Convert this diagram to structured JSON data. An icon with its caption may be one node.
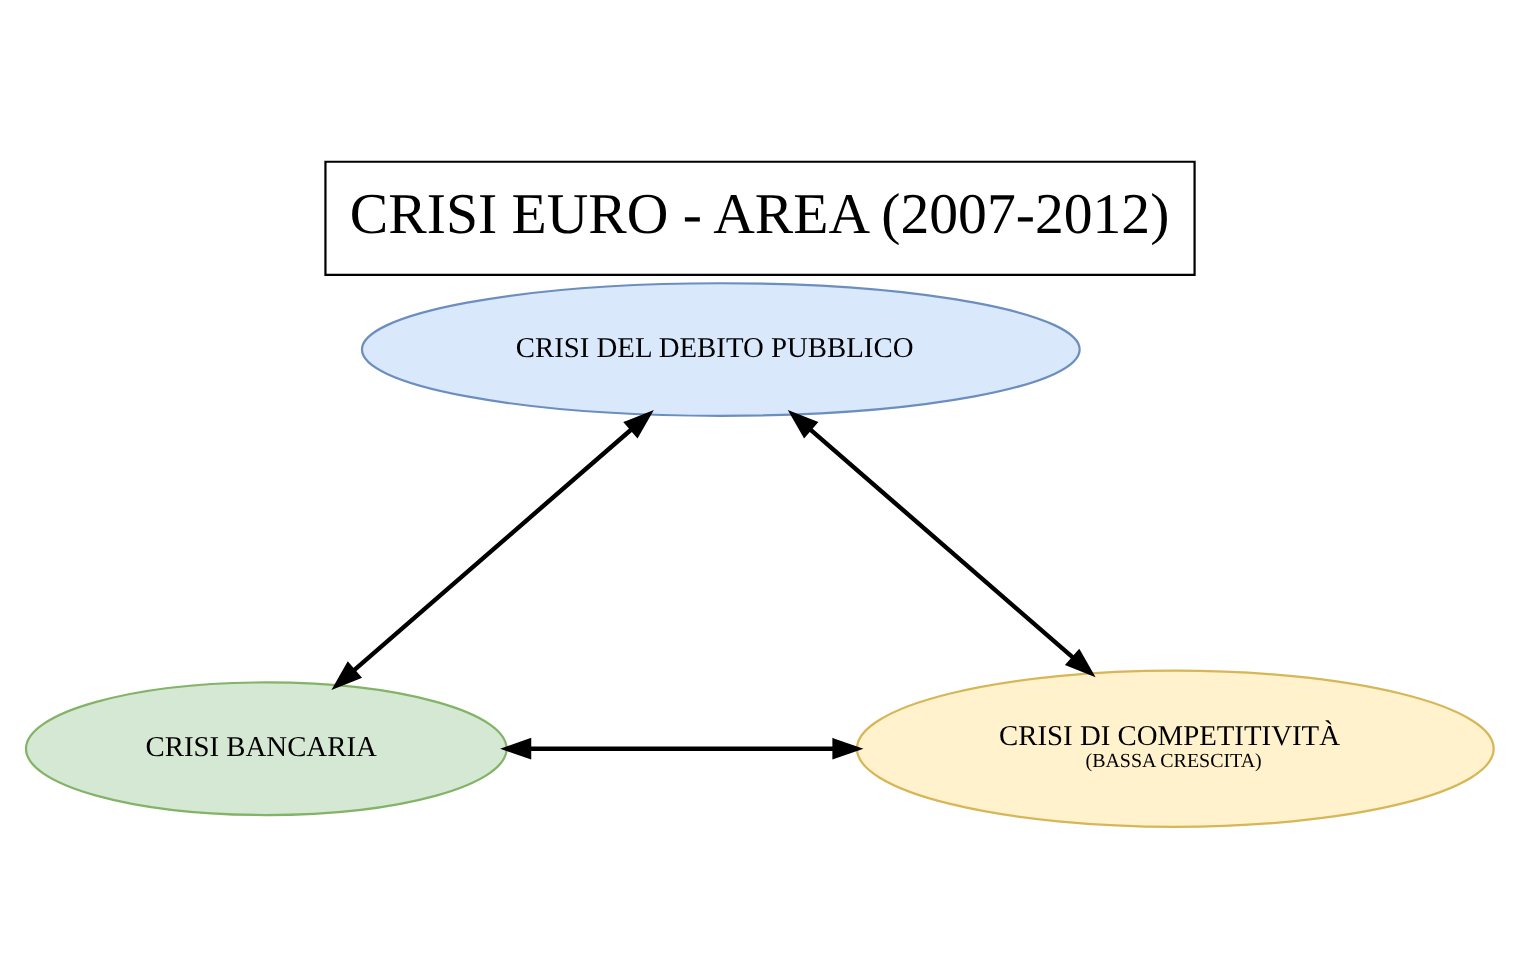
{
  "diagram": {
    "title": "CRISI EURO - AREA (2007-2012)",
    "nodes": [
      {
        "text": [
          "CRISI DEL DEBITO PUBBLICO"
        ]
      },
      {
        "text": [
          "CRISI BANCARIA"
        ]
      },
      {
        "text": [
          "CRISI DI COMPETITIVITÀ",
          "(BASSA CRESCITA)"
        ]
      }
    ],
    "edges": [
      {
        "from": 0,
        "to": 1,
        "arrow": "both"
      },
      {
        "from": 0,
        "to": 2,
        "arrow": "both"
      },
      {
        "from": 1,
        "to": 2,
        "arrow": "both"
      }
    ]
  }
}
